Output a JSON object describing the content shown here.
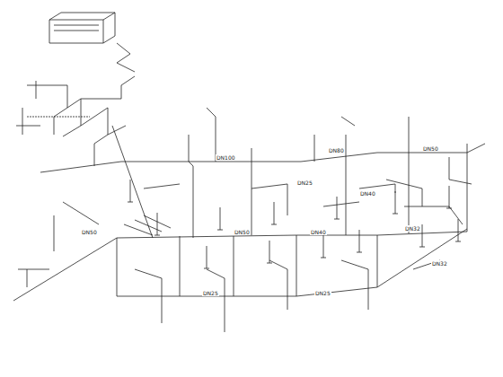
{
  "diagram": {
    "labels": [
      "DN100",
      "DN80",
      "DN50",
      "DN50",
      "DN40",
      "DN32",
      "DN25",
      "DN25",
      "DN32",
      "DN40",
      "DN50",
      "DN25"
    ]
  }
}
